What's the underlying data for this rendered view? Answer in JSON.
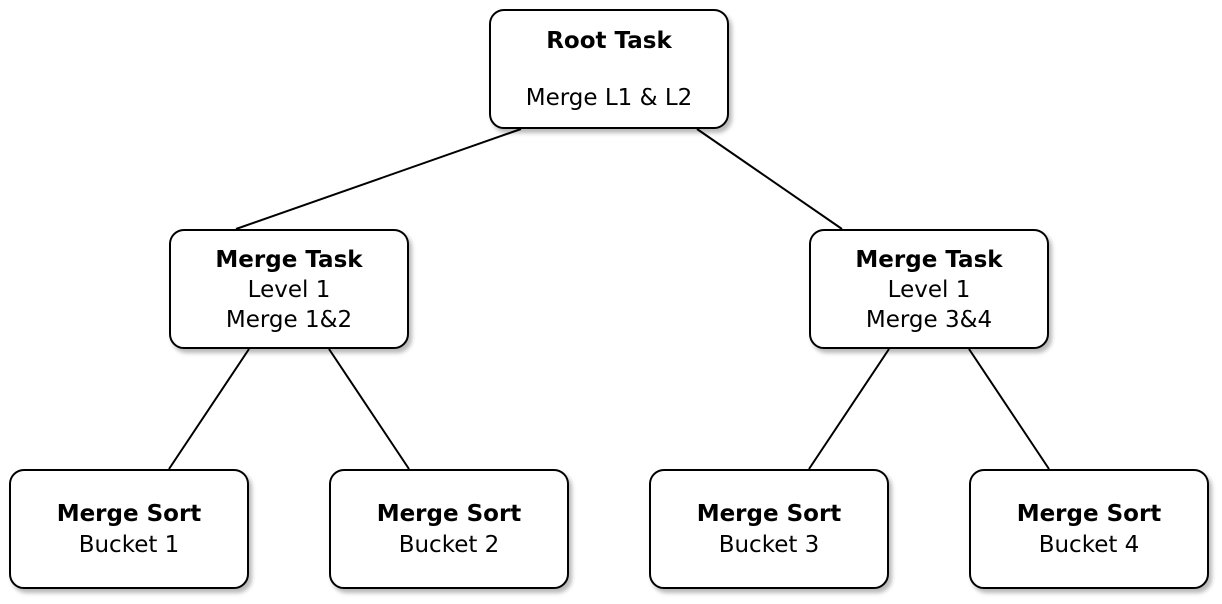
{
  "colors": {
    "border": "#000000",
    "fill": "#ffffff",
    "edge": "#000000"
  },
  "nodes": {
    "root": {
      "title": "Root Task",
      "line1": "Merge L1 & L2"
    },
    "merge_left": {
      "title": "Merge Task",
      "line1": "Level 1",
      "line2": "Merge 1&2"
    },
    "merge_right": {
      "title": "Merge Task",
      "line1": "Level 1",
      "line2": "Merge 3&4"
    },
    "bucket1": {
      "title": "Merge Sort",
      "line1": "Bucket 1"
    },
    "bucket2": {
      "title": "Merge Sort",
      "line1": "Bucket 2"
    },
    "bucket3": {
      "title": "Merge Sort",
      "line1": "Bucket 3"
    },
    "bucket4": {
      "title": "Merge Sort",
      "line1": "Bucket 4"
    }
  },
  "edges": [
    [
      "root",
      "merge_left"
    ],
    [
      "root",
      "merge_right"
    ],
    [
      "merge_left",
      "bucket1"
    ],
    [
      "merge_left",
      "bucket2"
    ],
    [
      "merge_right",
      "bucket3"
    ],
    [
      "merge_right",
      "bucket4"
    ]
  ]
}
